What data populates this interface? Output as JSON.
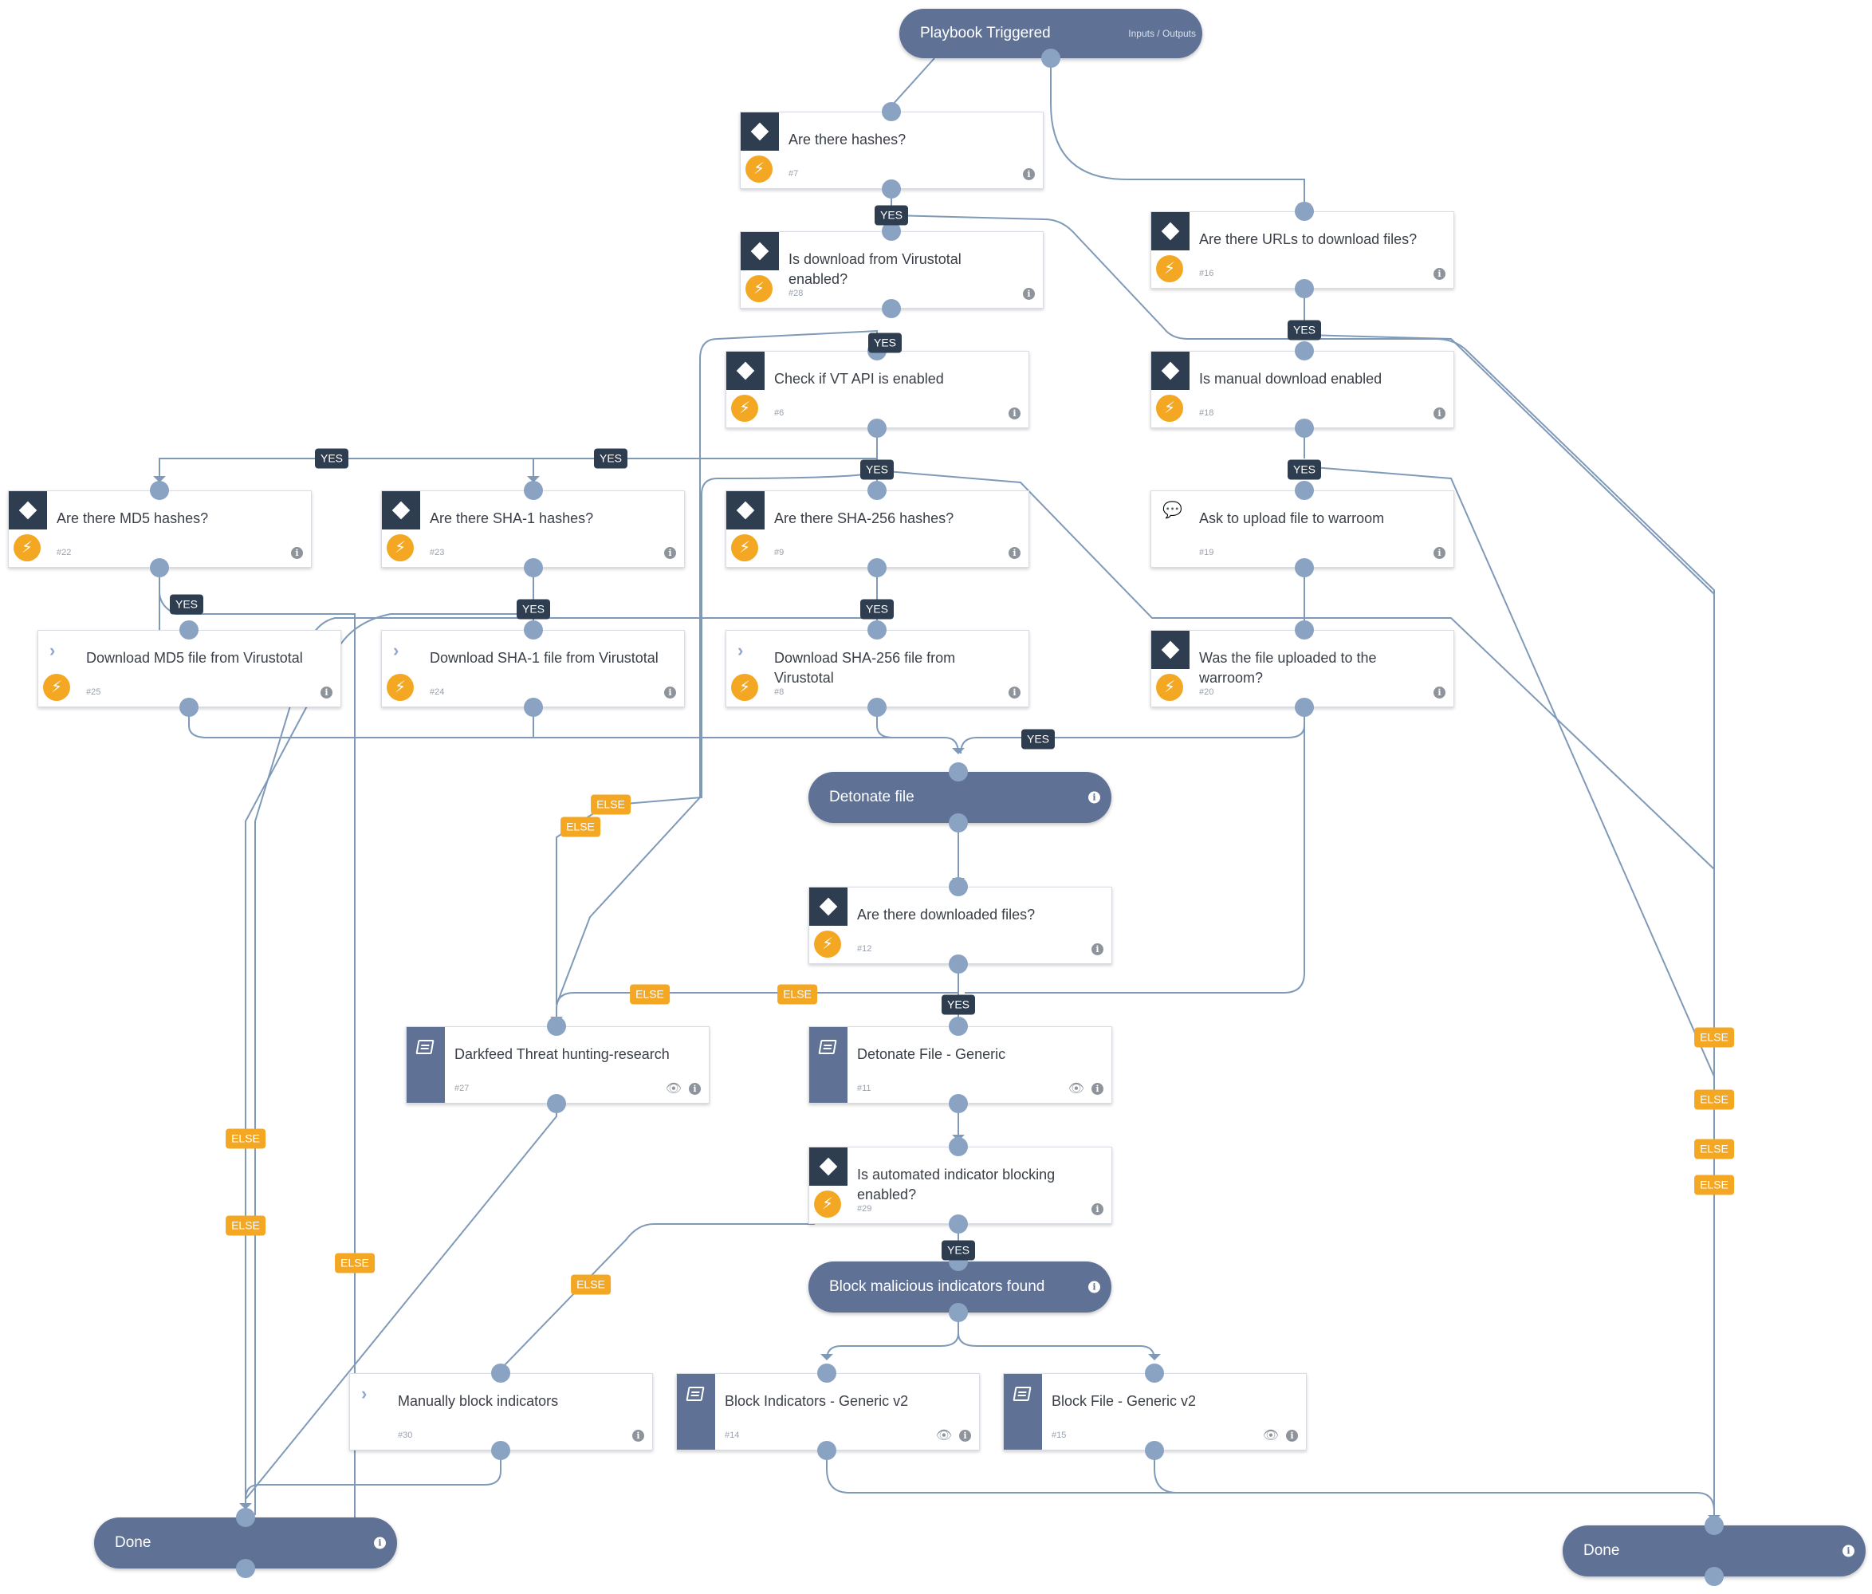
{
  "colors": {
    "condition": "#2e3e50",
    "bolt": "#f3a723",
    "pill": "#5f7296",
    "edge": "#7f9ab8",
    "yes": "#2e3e50",
    "else": "#f3a723"
  },
  "start": {
    "label": "Playbook Triggered",
    "sub": "Inputs / Outputs"
  },
  "tasks": {
    "t7": {
      "label": "Are there hashes?",
      "num": "#7"
    },
    "t28": {
      "label": "Is download from Virustotal enabled?",
      "num": "#28"
    },
    "t16": {
      "label": "Are there URLs to download files?",
      "num": "#16"
    },
    "t6": {
      "label": "Check if VT API is enabled",
      "num": "#6"
    },
    "t18": {
      "label": "Is manual download enabled",
      "num": "#18"
    },
    "t22": {
      "label": "Are there MD5 hashes?",
      "num": "#22"
    },
    "t23": {
      "label": "Are there SHA-1 hashes?",
      "num": "#23"
    },
    "t9": {
      "label": "Are there SHA-256 hashes?",
      "num": "#9"
    },
    "t19": {
      "label": "Ask to upload file to warroom",
      "num": "#19"
    },
    "t25": {
      "label": "Download MD5 file from Virustotal",
      "num": "#25"
    },
    "t24": {
      "label": "Download SHA-1 file from Virustotal",
      "num": "#24"
    },
    "t8": {
      "label": "Download SHA-256 file from Virustotal",
      "num": "#8"
    },
    "t20": {
      "label": "Was the file uploaded to the warroom?",
      "num": "#20"
    },
    "t12": {
      "label": "Are there downloaded files?",
      "num": "#12"
    },
    "t27": {
      "label": "Darkfeed Threat hunting-research",
      "num": "#27"
    },
    "t11": {
      "label": "Detonate File - Generic",
      "num": "#11"
    },
    "t29": {
      "label": "Is automated indicator blocking enabled?",
      "num": "#29"
    },
    "t30": {
      "label": "Manually block indicators",
      "num": "#30"
    },
    "t14": {
      "label": "Block Indicators - Generic v2",
      "num": "#14"
    },
    "t15": {
      "label": "Block File - Generic v2",
      "num": "#15"
    }
  },
  "sections": {
    "detonate": {
      "label": "Detonate file"
    },
    "block": {
      "label": "Block malicious indicators found"
    },
    "done_left": {
      "label": "Done"
    },
    "done_right": {
      "label": "Done"
    }
  },
  "edge_labels": {
    "yes": "YES",
    "else": "ELSE"
  },
  "icons": {
    "condition": "diamond-icon",
    "automation": "lightning-icon",
    "playbook": "book-icon",
    "manual": "chevron-right-icon",
    "communication": "chat-icon",
    "info": "info-icon",
    "view": "eye-icon"
  }
}
